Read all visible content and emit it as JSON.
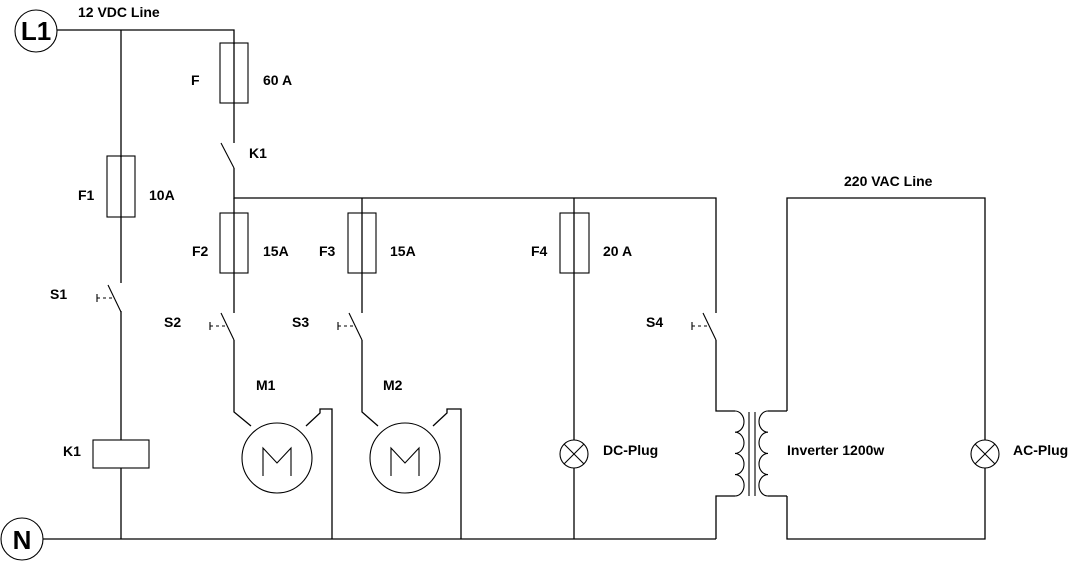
{
  "diagram": {
    "type": "electrical-schematic",
    "title_dc_line": "12 VDC Line",
    "title_ac_line": "220 VAC Line",
    "nodes": {
      "l1": "L1",
      "n": "N"
    },
    "fuses": [
      {
        "id": "F",
        "rating": "60 A"
      },
      {
        "id": "F1",
        "rating": "10A"
      },
      {
        "id": "F2",
        "rating": "15A"
      },
      {
        "id": "F3",
        "rating": "15A"
      },
      {
        "id": "F4",
        "rating": "20 A"
      }
    ],
    "contactor": {
      "contact_label": "K1",
      "coil_label": "K1"
    },
    "switches": [
      "S1",
      "S2",
      "S3",
      "S4"
    ],
    "motors": [
      {
        "label": "M1",
        "symbol": "M"
      },
      {
        "label": "M2",
        "symbol": "M"
      }
    ],
    "loads": {
      "dc_plug": "DC-Plug",
      "inverter": "Inverter 1200w",
      "ac_plug": "AC-Plug"
    }
  }
}
